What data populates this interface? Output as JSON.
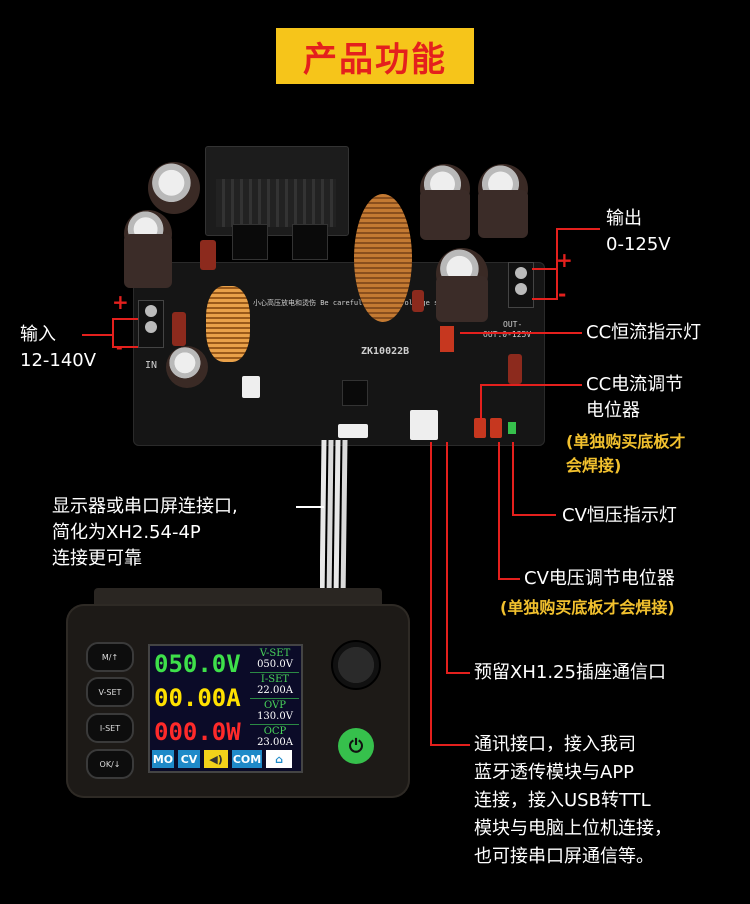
{
  "title": "产品功能",
  "board": {
    "model": "ZK10022B",
    "warning": "小心高压放电和烫伤 Be careful of high-voltage sparking",
    "out_label": "OUT-",
    "out_range": "OUT:0-125V",
    "in_label": "IN"
  },
  "labels": {
    "output_title": "输出",
    "output_range": "0-125V",
    "input_title": "输入",
    "input_range": "12-140V",
    "cc_led": "CC恒流指示灯",
    "cc_pot_1": "CC电流调节",
    "cc_pot_2": "电位器",
    "cc_note_1": "(单独购买底板才",
    "cc_note_2": "会焊接)",
    "display_port_1": "显示器或串口屏连接口,",
    "display_port_2": "简化为XH2.54-4P",
    "display_port_3": "连接更可靠",
    "cv_led": "CV恒压指示灯",
    "cv_pot": "CV电压调节电位器",
    "cv_note": "(单独购买底板才会焊接)",
    "xh125": "预留XH1.25插座通信口",
    "comm_1": "通讯接口，接入我司",
    "comm_2": "蓝牙透传模块与APP",
    "comm_3": "连接，接入USB转TTL",
    "comm_4": "模块与电脑上位机连接，",
    "comm_5": "也可接串口屏通信等。",
    "plus": "+",
    "minus": "-"
  },
  "module": {
    "buttons": [
      "M/↑",
      "V-SET",
      "I-SET",
      "OK/↓"
    ],
    "voltage": "050.0V",
    "current": "00.00A",
    "power": "000.0W",
    "vset_label": "V-SET",
    "vset_value": "050.0V",
    "iset_label": "I-SET",
    "iset_value": "22.00A",
    "ovp_label": "OVP",
    "ovp_value": "130.0V",
    "ocp_label": "OCP",
    "ocp_value": "23.00A",
    "tags": [
      "MO",
      "CV",
      "COM"
    ],
    "colors": {
      "voltage": "#3ee04a",
      "current": "#ffe100",
      "power": "#ff2a2a",
      "accent": "#36c04c"
    }
  }
}
